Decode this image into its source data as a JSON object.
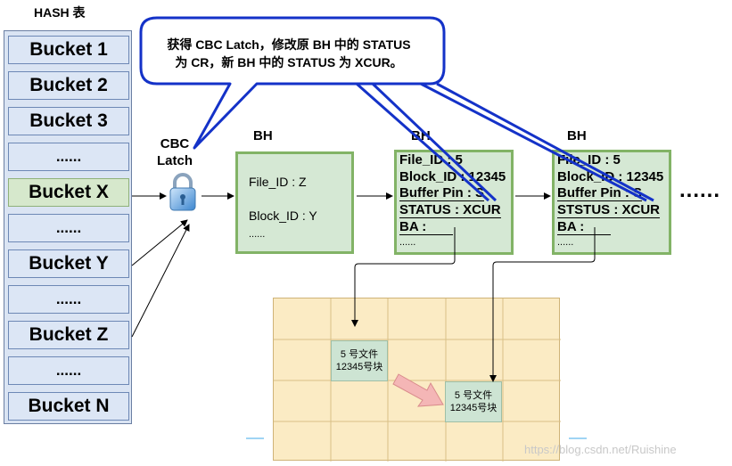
{
  "hash_title": "HASH 表",
  "buckets": [
    "Bucket 1",
    "Bucket 2",
    "Bucket 3",
    "......",
    "Bucket X",
    "......",
    "Bucket Y",
    "......",
    "Bucket Z",
    "......",
    "Bucket N"
  ],
  "cbc_latch": {
    "line1": "CBC",
    "line2": "Latch"
  },
  "callout": {
    "line1": "获得 CBC Latch，修改原 BH 中的 STATUS",
    "line2": "为 CR，新 BH 中的 STATUS 为 XCUR。"
  },
  "bh_label": "BH",
  "bh1": {
    "file_id": "File_ID : Z",
    "block_id": "Block_ID : Y",
    "dots": "......"
  },
  "bh2": {
    "file_id": "File_ID : 5",
    "block_id": "Block_ID : 12345",
    "buffer_pin": "Buffer Pin : S",
    "status": "STATUS :  XCUR",
    "ba": "BA :",
    "dots": "......"
  },
  "bh3": {
    "file_id": "File_ID : 5",
    "block_id": "Block_ID : 12345",
    "buffer_pin": "Buffer Pin : S",
    "status": "STSTUS :  XCUR",
    "ba": "BA :",
    "dots": "......"
  },
  "more": "......",
  "block_old": {
    "line1": "5 号文件",
    "line2": "12345号块"
  },
  "block_new": {
    "line1": "5 号文件",
    "line2": "12345号块"
  },
  "watermark": "https://blog.csdn.net/Ruishine"
}
